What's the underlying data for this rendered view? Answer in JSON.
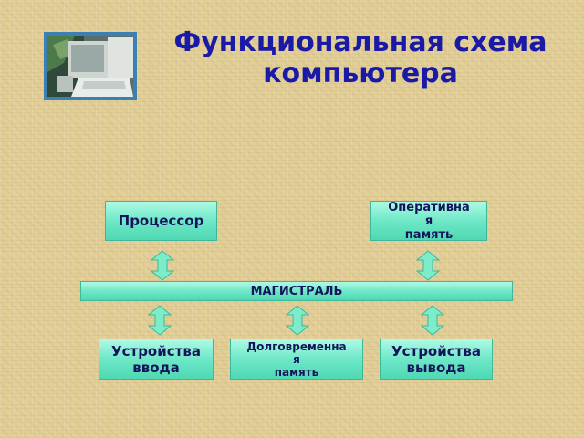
{
  "title": "Функциональная схема\nкомпьютера",
  "blocks": {
    "processor": "Процессор",
    "ram": "Оперативна\nя\nпамять",
    "bus": "МАГИСТРАЛЬ",
    "input": "Устройства\nввода",
    "longterm": "Долговременна\nя\nпамять",
    "output": "Устройства\nвывода"
  },
  "colors": {
    "title": "#1a1aa6",
    "block_fill": "#6ee8c8",
    "block_text": "#14145c",
    "photo_frame": "#3b7fb3"
  }
}
